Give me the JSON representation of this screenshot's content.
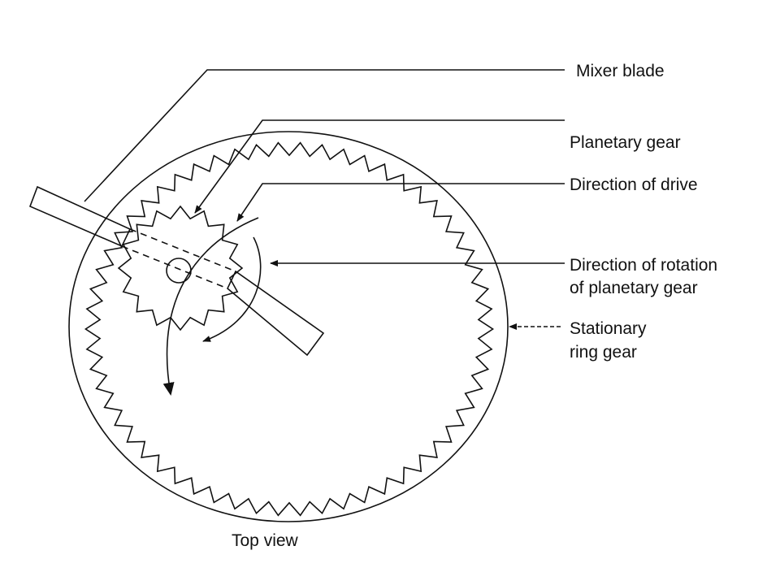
{
  "diagram": {
    "labels": {
      "mixer_blade": "Mixer blade",
      "planetary_gear": "Planetary gear",
      "direction_of_drive": "Direction of drive",
      "direction_of_rotation_line1": "Direction of rotation",
      "direction_of_rotation_line2": "of planetary gear",
      "stationary_ring_gear_line1": "Stationary",
      "stationary_ring_gear_line2": "ring gear"
    },
    "caption": "Top view",
    "colors": {
      "ink": "#111111",
      "background": "#ffffff"
    }
  }
}
